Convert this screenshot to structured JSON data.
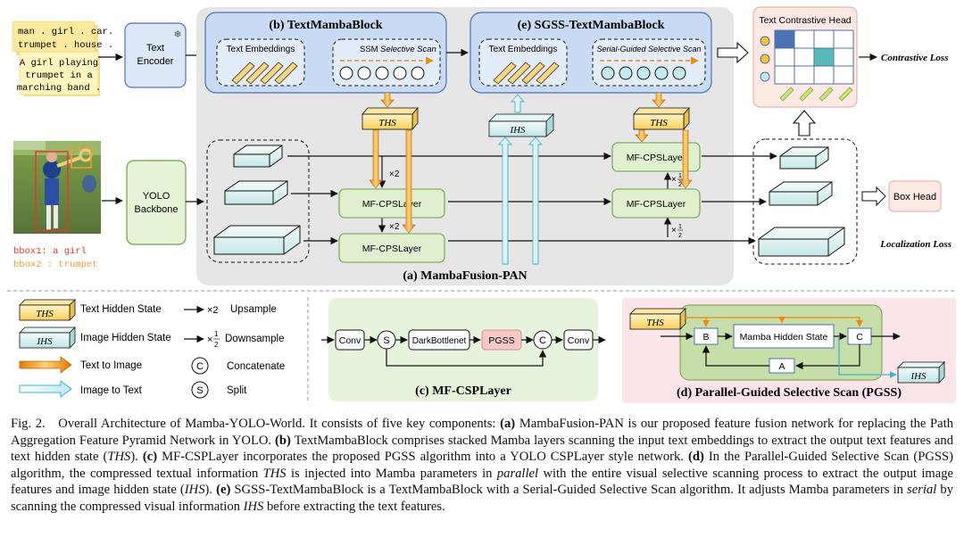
{
  "text_input": {
    "tags": [
      "man . girl . car.",
      "trumpet . house ."
    ],
    "caption": [
      "A girl playing",
      "trumpet in a",
      "marching band ."
    ]
  },
  "text_encoder": [
    "Text",
    "Encoder"
  ],
  "yolo_backbone": [
    "YOLO",
    "Backbone"
  ],
  "image_labels": [
    "bbox1: a girl",
    "bbox2 : trumpet"
  ],
  "textmamba": {
    "title": "(b) TextMambaBlock",
    "embeddings": "Text Embeddings",
    "ssm_prefix": "SSM",
    "ssm_suffix": "Selective Scan"
  },
  "sgss": {
    "title": "(e) SGSS-TextMambaBlock",
    "embeddings": "Text Embeddings",
    "scan": "Serial-Guided Selective Scan"
  },
  "ths": "THS",
  "ihs": "IHS",
  "mf_layer": "MF-CPSLayer",
  "scale_up": "×2",
  "scale_down_prefix": "×",
  "scale_num": "1",
  "scale_den": "2",
  "pan_title": "(a) MambaFusion-PAN",
  "contrastive_head": "Text Contrastive Head",
  "contrastive_loss": "Contrastive Loss",
  "box_head": "Box Head",
  "localization_loss": "Localization Loss",
  "legend": {
    "ths_label": "Text Hidden State",
    "ihs_label": "Image Hidden State",
    "up_label": "Upsample",
    "down_label": "Downsample",
    "text_to_image": "Text to Image",
    "image_to_text": "Image to Text",
    "c_symbol": "C",
    "s_symbol": "S",
    "concat": "Concatenate",
    "split": "Split"
  },
  "mfcps": {
    "conv": "Conv",
    "dark": "DarkBottlenet",
    "pgss": "PGSS",
    "title": "(c) MF-CSPLayer"
  },
  "pgss_panel": {
    "b": "B",
    "c": "C",
    "a": "A",
    "mamba": "Mamba Hidden State",
    "title": "(d) Parallel-Guided Selective Scan (PGSS)"
  },
  "caption": [
    {
      "t": "Fig. 2. Overall Architecture of Mamba-YOLO-World. It consists of five key components: ",
      "s": ""
    },
    {
      "t": "(a)",
      "s": "b"
    },
    {
      "t": " MambaFusion-PAN is our proposed feature fusion network for replacing the Path Aggregation Feature Pyramid Network in YOLO. ",
      "s": ""
    },
    {
      "t": "(b)",
      "s": "b"
    },
    {
      "t": " TextMambaBlock comprises stacked Mamba layers scanning the input text embeddings to extract the output text features and text hidden state (",
      "s": ""
    },
    {
      "t": "THS",
      "s": "i"
    },
    {
      "t": "). ",
      "s": ""
    },
    {
      "t": "(c)",
      "s": "b"
    },
    {
      "t": " MF-CSPLayer incorporates the proposed PGSS algorithm into a YOLO CSPLayer style network. ",
      "s": ""
    },
    {
      "t": "(d)",
      "s": "b"
    },
    {
      "t": " In the Parallel-Guided Selective Scan (PGSS) algorithm, the compressed textual information ",
      "s": ""
    },
    {
      "t": "THS",
      "s": "i"
    },
    {
      "t": " is injected into Mamba parameters in ",
      "s": ""
    },
    {
      "t": "parallel",
      "s": "i"
    },
    {
      "t": " with the entire visual selective scanning process to extract the output image features and image hidden state (",
      "s": ""
    },
    {
      "t": "IHS",
      "s": "i"
    },
    {
      "t": "). ",
      "s": ""
    },
    {
      "t": "(e)",
      "s": "b"
    },
    {
      "t": " SGSS-TextMambaBlock is a TextMambaBlock with a Serial-Guided Selective Scan algorithm. It adjusts Mamba parameters in ",
      "s": ""
    },
    {
      "t": "serial",
      "s": "i"
    },
    {
      "t": " by scanning the compressed visual information ",
      "s": ""
    },
    {
      "t": "IHS",
      "s": "i"
    },
    {
      "t": " before extracting the text features.",
      "s": ""
    }
  ]
}
